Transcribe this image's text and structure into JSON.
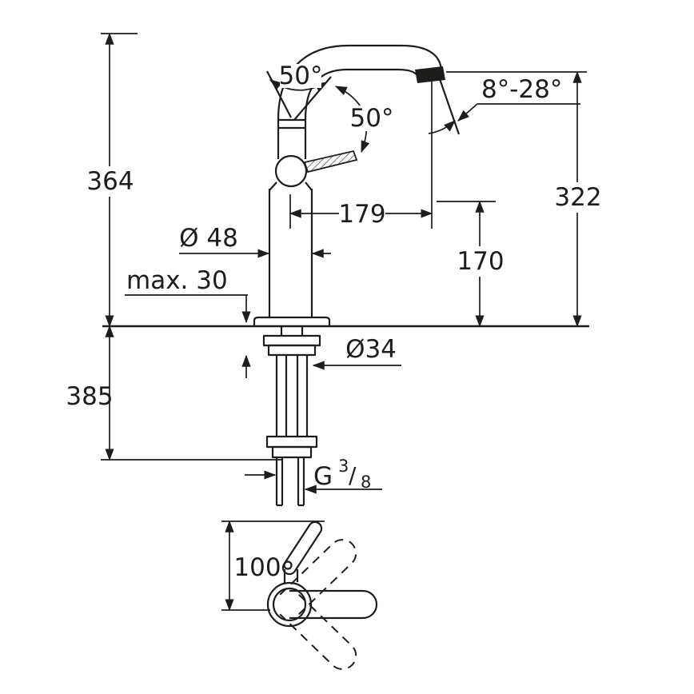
{
  "drawing": {
    "subject": "single-lever basin mixer faucet dimensional drawing, side view and plan view",
    "line_color": "#1d1d1b",
    "background": "#ffffff",
    "dimensions": {
      "total_height": "364",
      "spout_height": "322",
      "below_counter_depth": "385",
      "spout_projection": "179",
      "mid_height": "170",
      "body_diameter": "Ø 48",
      "max_counter_thickness": "max. 30",
      "hole_diameter": "Ø34",
      "plan_lever_offset": "100"
    },
    "angles": {
      "lever_swing": "50°",
      "lever_lift": "50°",
      "spout_angle_range": "8°-28°"
    },
    "thread": {
      "prefix": "G",
      "numerator": "3",
      "slash": "/",
      "denominator": "8"
    }
  }
}
